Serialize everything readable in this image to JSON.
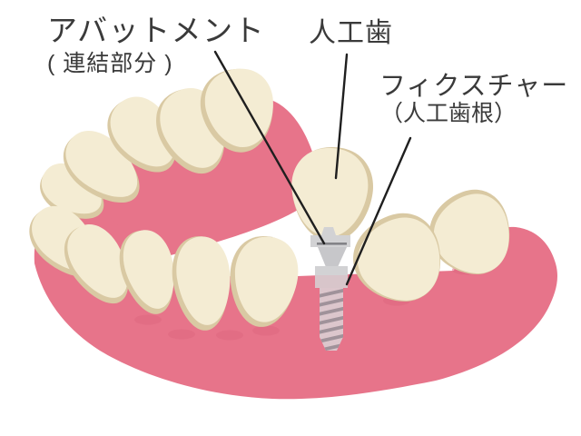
{
  "labels": {
    "abutment": {
      "text": "アバットメント",
      "sub": "( 連結部分 )"
    },
    "artificial_tooth": {
      "text": "人工歯"
    },
    "fixture": {
      "text": "フィクスチャー",
      "sub": "（人工歯根）"
    }
  },
  "colors": {
    "background": "#FFFFFF",
    "gum": "#E7748A",
    "gum_shadow": "#DE6880",
    "tooth": "#F4ECD3",
    "tooth_shade": "#D9C9A3",
    "metal": "#D2D2D4",
    "metal_mid": "#C7C7CA",
    "metal_dark": "#6F6F73",
    "screw_collar_buried": "#D8C5CA",
    "screw_body": "#DCC6CC",
    "screw_thread": "#A0929A",
    "leader_line": "#1F1F1F",
    "text": "#3A3A3A"
  }
}
